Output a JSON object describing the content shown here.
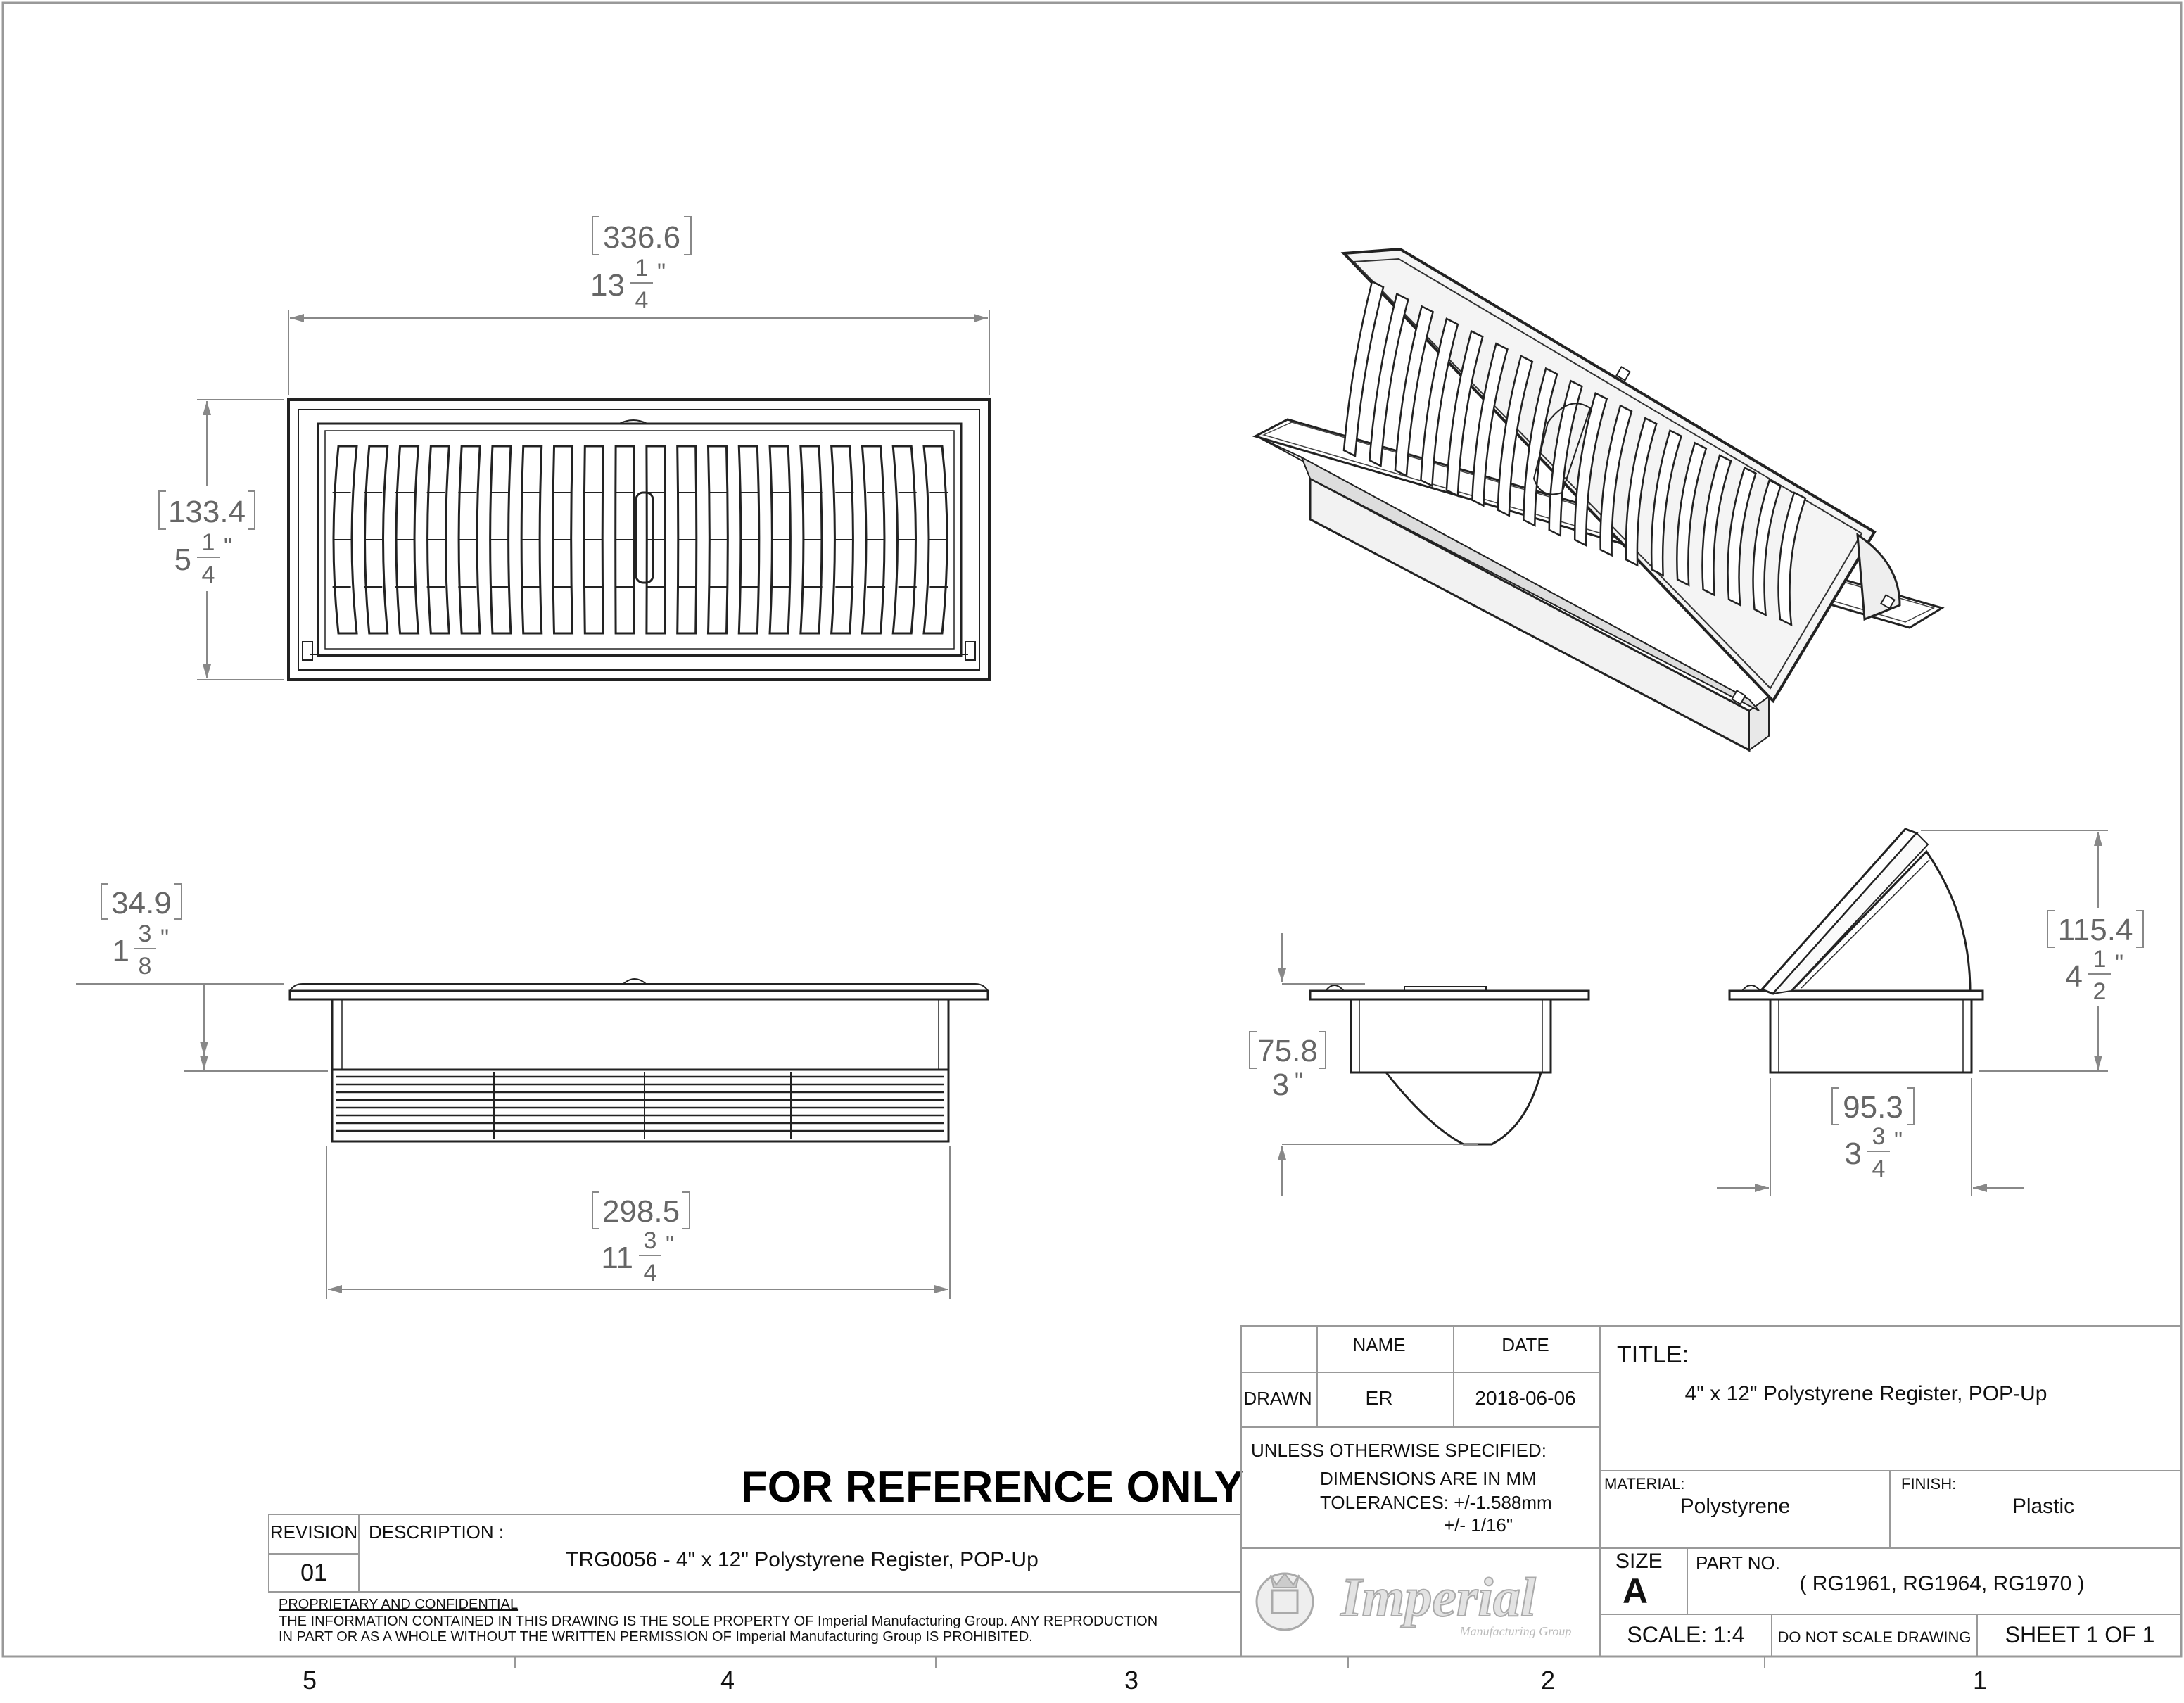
{
  "dimensions": {
    "top_width": {
      "mm": "336.6",
      "whole": "13",
      "num": "1",
      "den": "4"
    },
    "top_height": {
      "mm": "133.4",
      "whole": "5",
      "num": "1",
      "den": "4"
    },
    "front_height": {
      "mm": "34.9",
      "whole": "1",
      "num": "3",
      "den": "8"
    },
    "front_width": {
      "mm": "298.5",
      "whole": "11",
      "num": "3",
      "den": "4"
    },
    "side_depth": {
      "mm": "75.8",
      "whole": "3"
    },
    "open_height": {
      "mm": "115.4",
      "whole": "4",
      "num": "1",
      "den": "2"
    },
    "open_width": {
      "mm": "95.3",
      "whole": "3",
      "num": "3",
      "den": "4"
    },
    "inch_mark": "\""
  },
  "notice": "FOR REFERENCE ONLY",
  "title_block": {
    "name_header": "NAME",
    "date_header": "DATE",
    "drawn_label": "DRAWN",
    "drawn_name": "ER",
    "drawn_date": "2018-06-06",
    "title_label": "TITLE:",
    "title_value": "4\" x 12\" Polystyrene Register, POP-Up",
    "unless_specified": "UNLESS OTHERWISE SPECIFIED:",
    "dims_in_mm": "DIMENSIONS ARE IN MM",
    "tolerances": "TOLERANCES: +/-1.588mm",
    "tolerances_inch": "+/- 1/16\"",
    "material_label": "MATERIAL:",
    "material_value": "Polystyrene",
    "finish_label": "FINISH:",
    "finish_value": "Plastic",
    "size_label": "SIZE",
    "size_value": "A",
    "part_label": "PART NO.",
    "part_value": "( RG1961, RG1964, RG1970 )",
    "scale": "SCALE: 1:4",
    "do_not_scale": "DO NOT SCALE DRAWING",
    "sheet": "SHEET 1 OF 1",
    "logo_text": "Imperial",
    "logo_sub": "Manufacturing Group"
  },
  "revision_block": {
    "revision_label": "REVISION",
    "revision_value": "01",
    "description_label": "DESCRIPTION :",
    "description_value": "TRG0056 - 4\" x 12\" Polystyrene Register, POP-Up",
    "proprietary_heading": "PROPRIETARY AND CONFIDENTIAL",
    "proprietary_line1": "THE INFORMATION CONTAINED IN THIS DRAWING IS THE SOLE PROPERTY OF Imperial Manufacturing Group. ANY REPRODUCTION",
    "proprietary_line2": "IN PART OR AS A WHOLE WITHOUT THE WRITTEN PERMISSION OF Imperial Manufacturing Group IS PROHIBITED."
  },
  "zones": [
    "5",
    "4",
    "3",
    "2",
    "1"
  ]
}
